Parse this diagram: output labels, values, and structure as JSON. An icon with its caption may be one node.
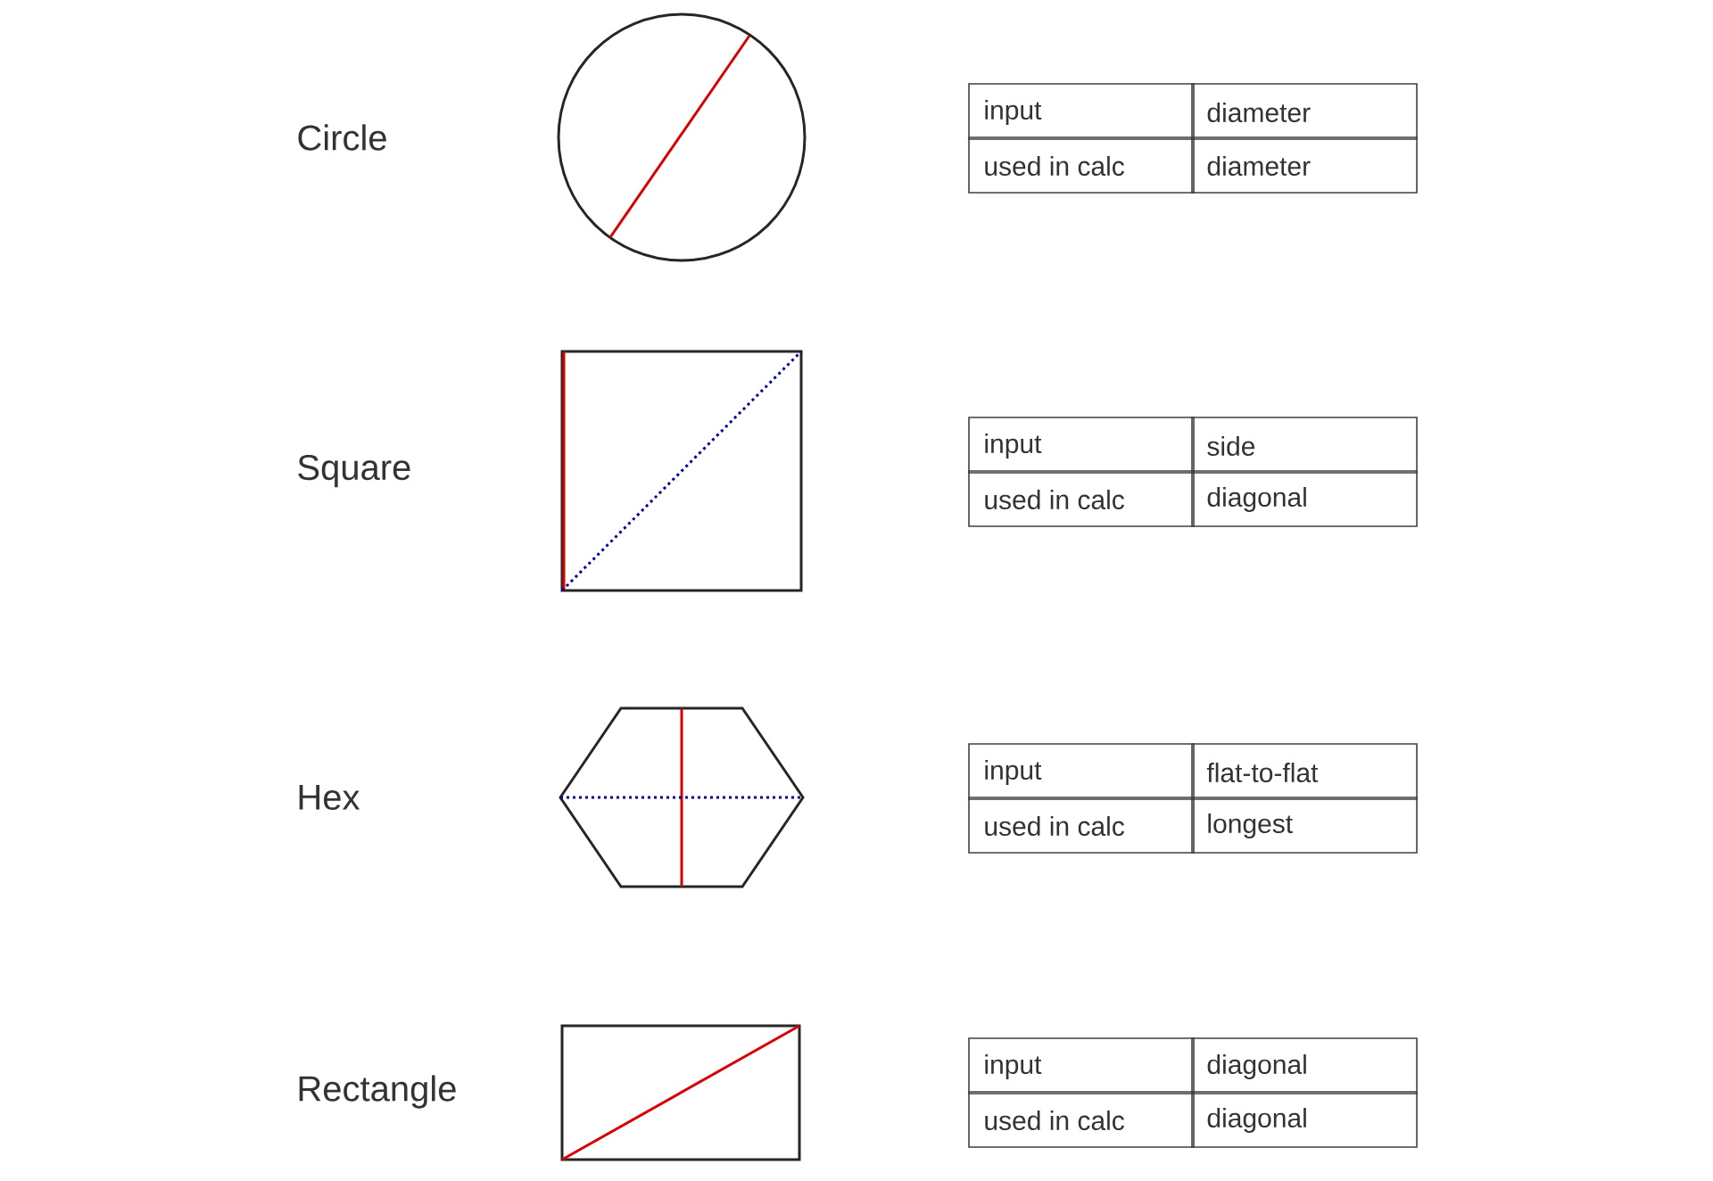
{
  "diagram": {
    "labels": [
      "Circle",
      "input",
      "diameter",
      "used in calc",
      "diameter",
      "Square",
      "input",
      "side",
      "used in calc",
      "diagonal",
      "Hex",
      "input",
      "flat-to-flat",
      "used in calc",
      "longest",
      "Rectangle",
      "input",
      "diagonal",
      "used in calc",
      "diagonal"
    ]
  }
}
